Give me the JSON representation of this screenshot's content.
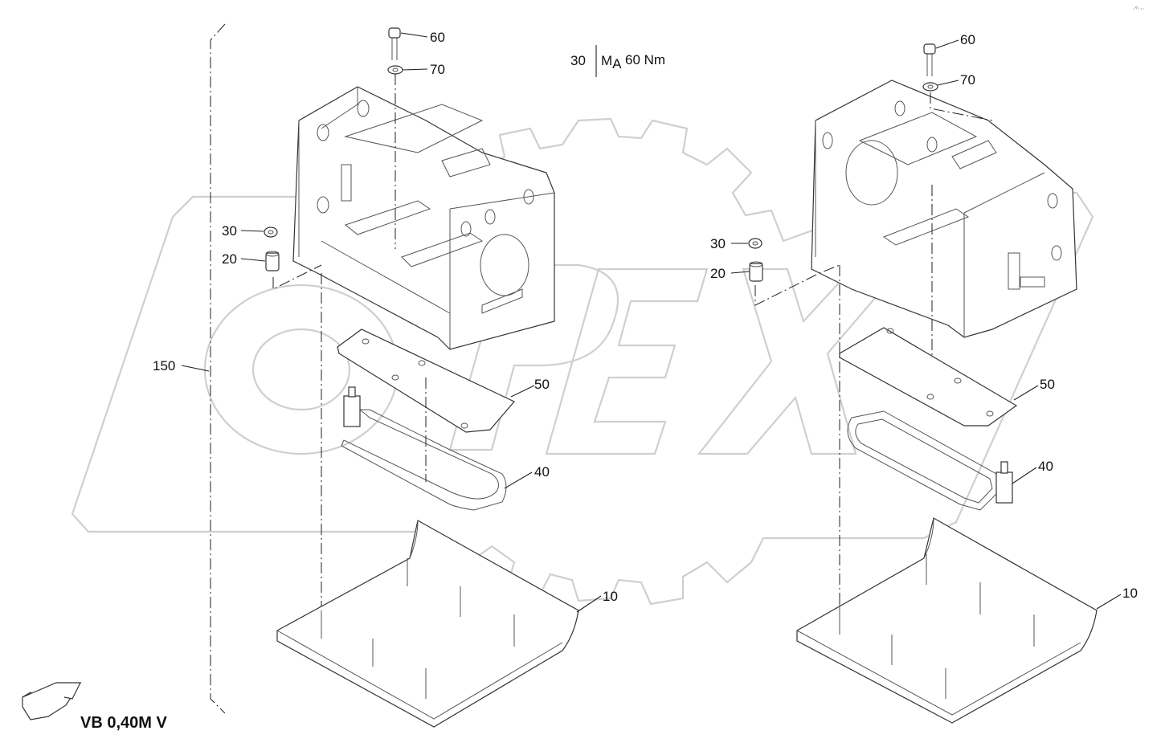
{
  "torque_note": {
    "ref": "30",
    "symbol_main": "M",
    "symbol_sub": "A",
    "value": "60 Nm"
  },
  "view_label": "VB 0,40M V",
  "watermark": "OPEX",
  "corner_glyph": "·°···",
  "callouts_left": [
    {
      "id": "60",
      "text": "60"
    },
    {
      "id": "70",
      "text": "70"
    },
    {
      "id": "30",
      "text": "30"
    },
    {
      "id": "20",
      "text": "20"
    },
    {
      "id": "150",
      "text": "150"
    },
    {
      "id": "50",
      "text": "50"
    },
    {
      "id": "40",
      "text": "40"
    },
    {
      "id": "10",
      "text": "10"
    }
  ],
  "callouts_right": [
    {
      "id": "60",
      "text": "60"
    },
    {
      "id": "70",
      "text": "70"
    },
    {
      "id": "30",
      "text": "30"
    },
    {
      "id": "20",
      "text": "20"
    },
    {
      "id": "50",
      "text": "50"
    },
    {
      "id": "40",
      "text": "40"
    },
    {
      "id": "10",
      "text": "10"
    }
  ],
  "icons": {
    "direction_arrow": "arrow-icon"
  }
}
